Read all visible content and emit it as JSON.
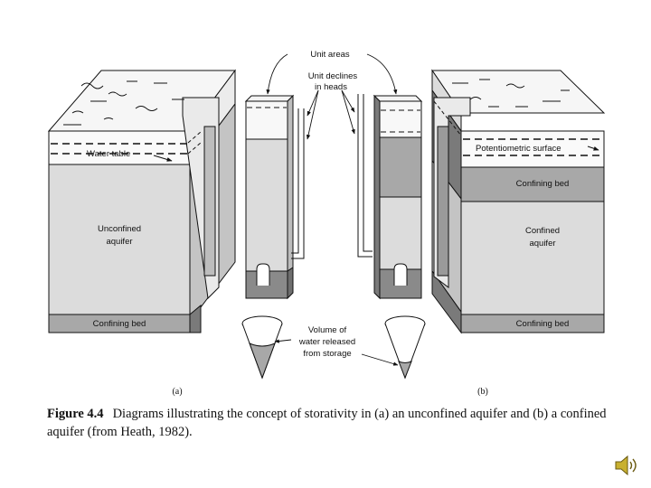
{
  "diagram": {
    "unit_areas": "Unit areas",
    "unit_declines_line1": "Unit declines",
    "unit_declines_line2": "in heads",
    "water_table": "Water table",
    "unconfined_line1": "Unconfined",
    "unconfined_line2": "aquifer",
    "confining_bed_a": "Confining bed",
    "volume_line1": "Volume of",
    "volume_line2": "water released",
    "volume_line3": "from storage",
    "potentiometric_surface": "Potentiometric surface",
    "confining_bed_b_top": "Confining bed",
    "confined_line1": "Confined",
    "confined_line2": "aquifer",
    "confining_bed_b_bottom": "Confining bed",
    "panel_a": "(a)",
    "panel_b": "(b)"
  },
  "caption": {
    "figure_number": "Figure 4.4",
    "text": "Diagrams illustrating the concept of storativity in (a) an unconfined aquifer and (b) a confined aquifer (from Heath, 1982)."
  },
  "colors": {
    "aquifer": "#dcdcdc",
    "confining": "#a8a8a8",
    "dark_side": "#7a7a7a",
    "mid_side": "#bdbdbd",
    "top": "#f6f6f6"
  },
  "icons": {
    "audio": "speaker-icon"
  }
}
